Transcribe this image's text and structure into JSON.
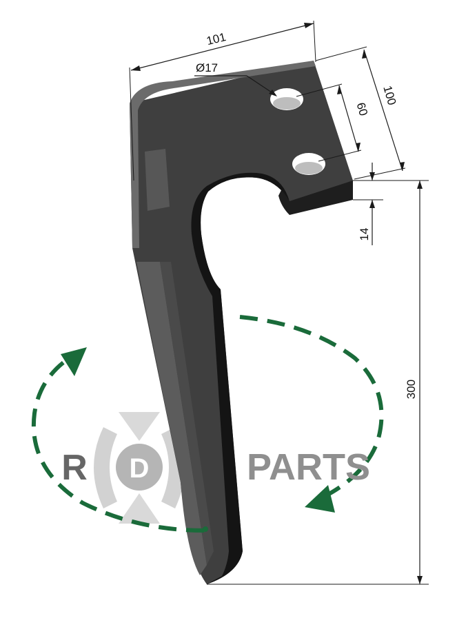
{
  "diagram": {
    "dimensions": {
      "width_top": "101",
      "hole_diameter": "Ø17",
      "hole_spacing": "60",
      "flange_width": "100",
      "thickness": "14",
      "height": "300"
    },
    "watermark": {
      "letter_r": "R",
      "letter_d": "D",
      "word": "PARTS"
    },
    "colors": {
      "blade": "#3f3f3f",
      "blade_dark": "#1b1b1b",
      "blade_light": "#6a6a6a",
      "rotation_arrow": "#1a6b3a",
      "watermark": "#8f8f8f"
    },
    "icons": {
      "rotation": "dashed-rotation-arrow-icon",
      "logo": "rd-parts-logo-icon"
    }
  }
}
